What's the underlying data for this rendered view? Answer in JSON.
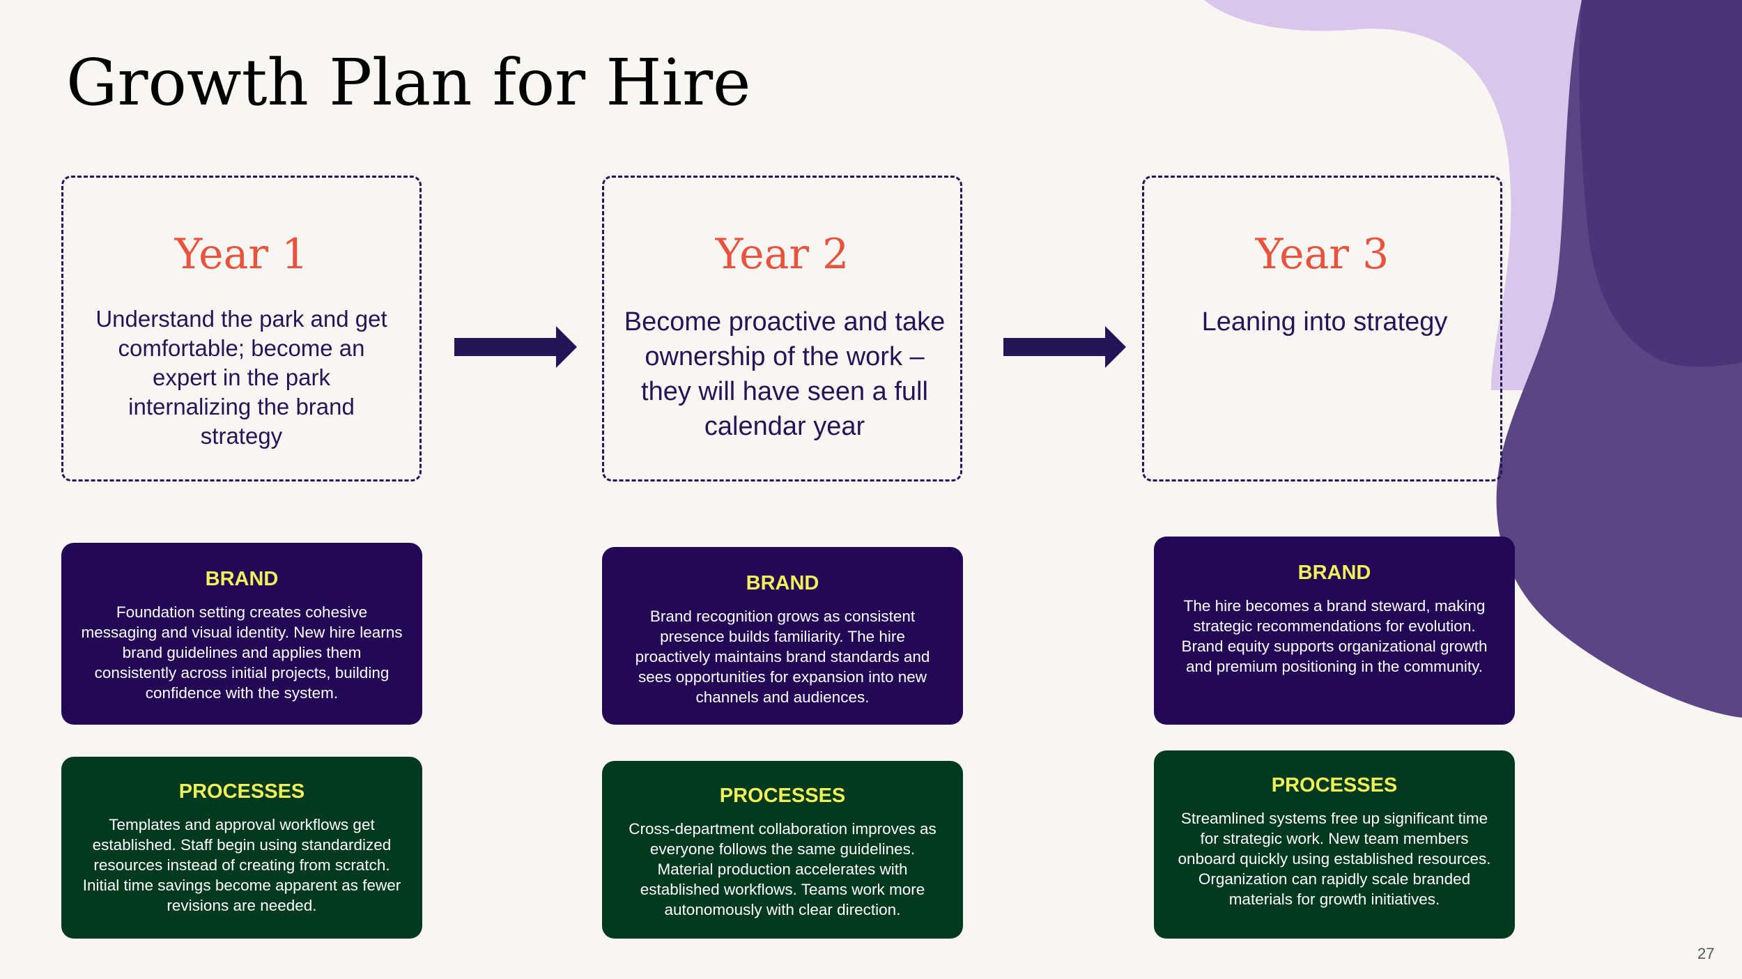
{
  "slide": {
    "title": "Growth Plan for Hire",
    "page_number": "27",
    "colors": {
      "background": "#f7f6f2",
      "accent_red": "#e8533e",
      "navy_purple": "#231556",
      "brand_card": "#230856",
      "process_card": "#02391f",
      "card_heading": "#f0f05a",
      "lavender_shape": "#d9c6eb",
      "purple_shape": "#5b4584"
    }
  },
  "years": [
    {
      "label": "Year 1",
      "description": "Understand the park and get comfortable; become an expert in the park internalizing the brand strategy",
      "brand": {
        "heading": "BRAND",
        "body": "Foundation setting creates cohesive messaging and visual identity. New hire learns brand guidelines and applies them consistently across initial projects, building confidence with the system."
      },
      "processes": {
        "heading": "PROCESSES",
        "body": "Templates and approval workflows get established. Staff begin using standardized resources instead of creating from scratch. Initial time savings become apparent as fewer revisions are needed."
      }
    },
    {
      "label": "Year 2",
      "description": "Become proactive and take ownership of the work – they will have seen a full calendar year",
      "brand": {
        "heading": "BRAND",
        "body": "Brand recognition grows as consistent presence builds familiarity. The hire proactively maintains brand standards and sees opportunities for expansion into new channels and audiences."
      },
      "processes": {
        "heading": "PROCESSES",
        "body": "Cross-department collaboration improves as everyone follows the same guidelines. Material production accelerates with established workflows. Teams work more autonomously with clear direction."
      }
    },
    {
      "label": "Year 3",
      "description": "Leaning into strategy",
      "brand": {
        "heading": "BRAND",
        "body": "The hire becomes a brand steward, making strategic recommendations for evolution. Brand equity supports organizational growth and premium positioning in the community."
      },
      "processes": {
        "heading": "PROCESSES",
        "body": "Streamlined systems free up significant time for strategic work. New team members onboard quickly using established resources. Organization can rapidly scale branded materials for growth initiatives."
      }
    }
  ],
  "icons": {
    "arrow_1": "arrow-right-icon",
    "arrow_2": "arrow-right-icon"
  }
}
